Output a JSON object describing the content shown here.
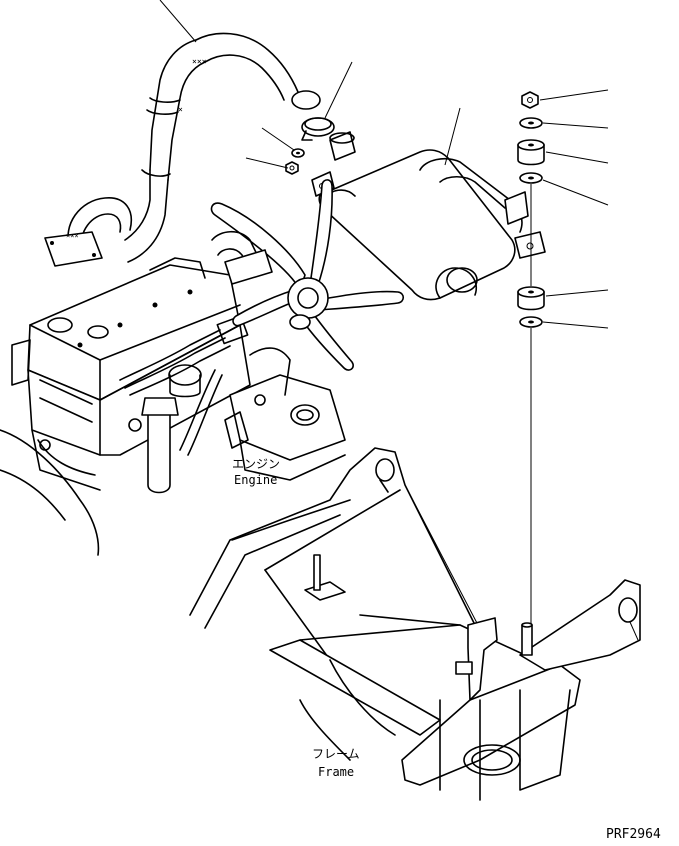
{
  "labels": {
    "engine_jp": "エンジン",
    "engine_en": "Engine",
    "frame_jp": "フレーム",
    "frame_en": "Frame",
    "drawing_code": "PRF2964"
  }
}
